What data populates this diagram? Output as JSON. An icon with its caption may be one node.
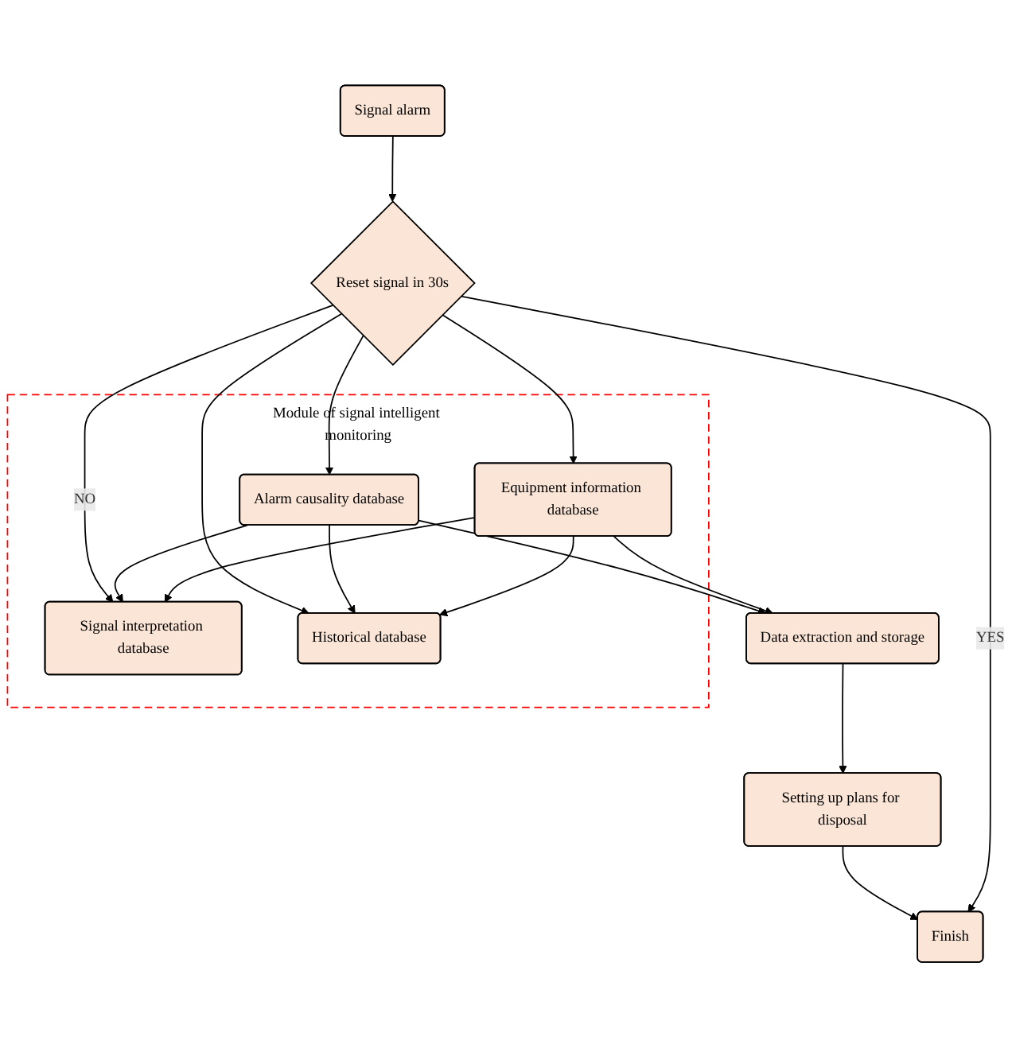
{
  "diagram": {
    "nodes": [
      {
        "text": [
          "Signal alarm"
        ]
      },
      {
        "text": [
          "Reset signal in 30s"
        ]
      },
      {
        "text": [
          "Module of signal intelligent monitoring"
        ]
      },
      {
        "text": [
          "Signal interpretation database"
        ],
        "in": 2
      },
      {
        "text": [
          "Alarm causality database"
        ],
        "in": 2
      },
      {
        "text": [
          "Equipment information database"
        ],
        "in": 2
      },
      {
        "text": [
          "Historical database"
        ],
        "in": 2
      },
      {
        "text": [
          "Data extraction and storage"
        ]
      },
      {
        "text": [
          "Setting up plans for disposal"
        ]
      },
      {
        "text": [
          "Finish"
        ]
      }
    ],
    "edges": [
      {
        "from": 0,
        "to": 1,
        "arrow": "to"
      },
      {
        "from": 1,
        "to": 3,
        "arrow": "to",
        "label": "NO"
      },
      {
        "from": 1,
        "to": 4,
        "arrow": "to"
      },
      {
        "from": 1,
        "to": 5,
        "arrow": "to"
      },
      {
        "from": 1,
        "to": 6,
        "arrow": "to"
      },
      {
        "from": 4,
        "to": 3,
        "arrow": "to"
      },
      {
        "from": 4,
        "to": 6,
        "arrow": "to"
      },
      {
        "from": 4,
        "to": 7,
        "arrow": "to"
      },
      {
        "from": 5,
        "to": 3,
        "arrow": "to"
      },
      {
        "from": 5,
        "to": 6,
        "arrow": "to"
      },
      {
        "from": 5,
        "to": 7,
        "arrow": "to"
      },
      {
        "from": 7,
        "to": 8,
        "arrow": "to"
      },
      {
        "from": 8,
        "to": 9,
        "arrow": "to"
      },
      {
        "from": 1,
        "to": 9,
        "arrow": "to",
        "label": "YES"
      }
    ]
  }
}
